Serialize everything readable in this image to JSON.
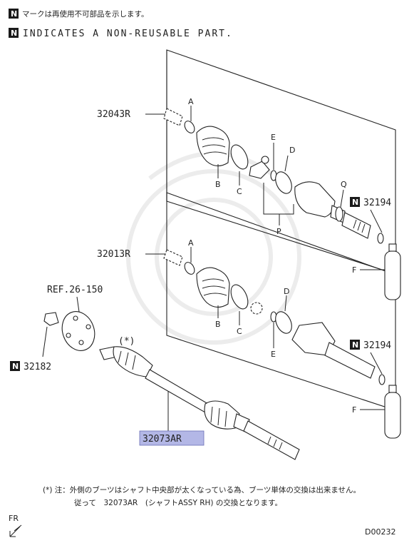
{
  "legend": {
    "badge": "N",
    "jp_line": "マークは再使用不可部品を示します。",
    "en_line": "INDICATES A NON-REUSABLE PART."
  },
  "parts": {
    "upper_shaft_ref": "32043R",
    "lower_shaft_ref": "32013R",
    "ref_label": "REF.26-150",
    "hub_nut_part": "32182",
    "circlip_part_upper": "32194",
    "circlip_part_lower": "32194",
    "driveshaft_assy": "32073AR",
    "asterisk": "(*)"
  },
  "callouts": {
    "upper": {
      "A": "A",
      "B": "B",
      "C": "C",
      "D": "D",
      "E": "E",
      "P": "P",
      "Q": "Q",
      "F": "F"
    },
    "lower": {
      "A": "A",
      "B": "B",
      "C": "C",
      "D": "D",
      "E": "E",
      "F": "F"
    }
  },
  "footnote": {
    "line1": "(*) 注：外側のブーツはシャフト中央部が太くなっている為、ブーツ単体の交換は出来ません。",
    "line2": "従って　32073AR　(シャフトASSY RH) の交換となります。"
  },
  "fr_label": "FR",
  "diagram_code": "D00232"
}
